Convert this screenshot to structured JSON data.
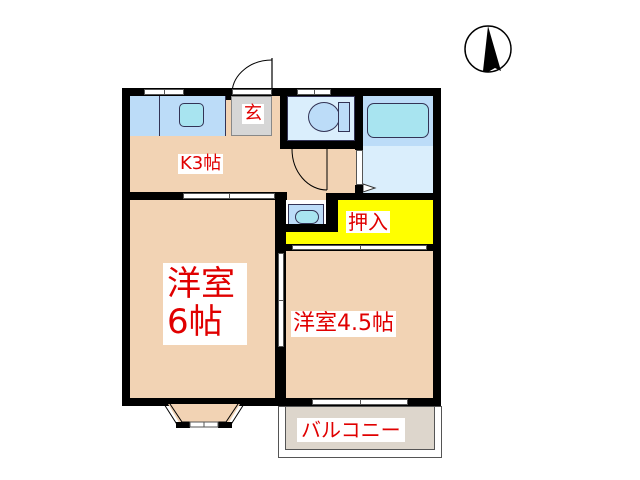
{
  "floorplan": {
    "rooms": {
      "entrance": {
        "label": "玄"
      },
      "kitchen": {
        "label": "K3帖"
      },
      "closet": {
        "label": "押入"
      },
      "western_room_large": {
        "label_line1": "洋室",
        "label_line2": "6帖"
      },
      "western_room_small": {
        "label": "洋室4.5帖"
      },
      "balcony": {
        "label": "バルコニー"
      }
    },
    "compass": {
      "icon": "north-arrow-icon"
    },
    "colors": {
      "wall": "#000000",
      "floor": "#f2d3b4",
      "wet_area": "#bcdcf8",
      "closet": "#ffff00",
      "entrance": "#d6d6d6",
      "balcony": "#ddd6cc",
      "label_text": "#e00000"
    }
  }
}
